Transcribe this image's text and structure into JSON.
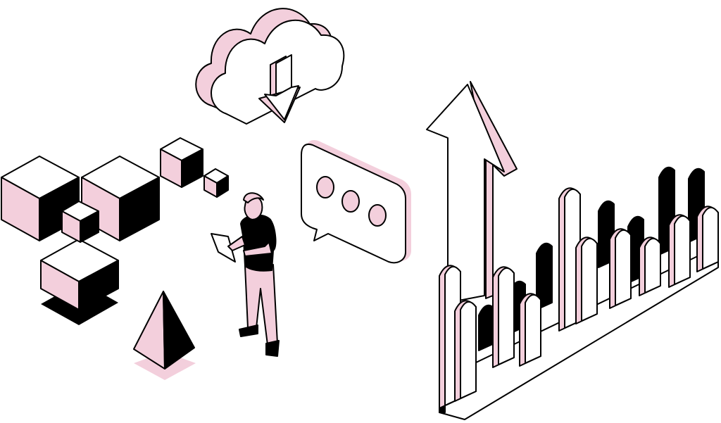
{
  "scene": {
    "kind": "isometric-illustration",
    "palette": {
      "ink": "#000000",
      "pink": "#f3cfdc",
      "paper": "#ffffff"
    },
    "objects": [
      "cube-cluster",
      "pyramid",
      "person-with-tablet",
      "cloud-download-icon",
      "chat-bubble-icon",
      "up-arrow-icon",
      "bar-graph-wave"
    ],
    "speech_bubble_dots": 3
  }
}
